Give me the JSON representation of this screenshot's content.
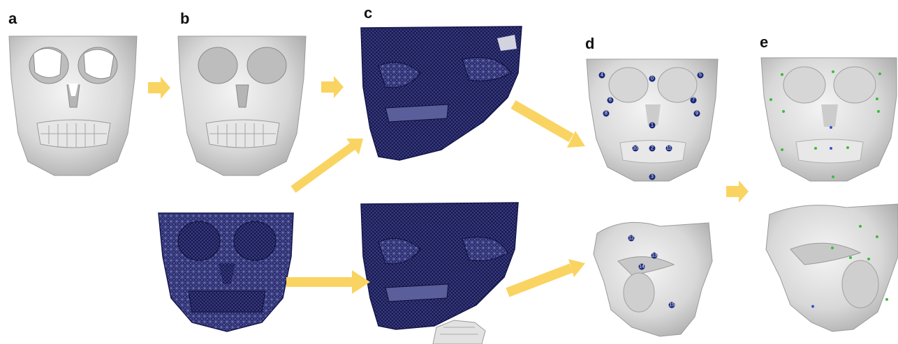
{
  "panel_labels": [
    "a",
    "b",
    "c",
    "d",
    "e"
  ],
  "colors": {
    "arrow": "#fad462",
    "mesh": "#1d1f5e",
    "bone": "#d9d9d9",
    "landmark": "#1a2a7a",
    "landmark_green": "#3dbb3d"
  },
  "landmarks": {
    "frontal": [
      "0",
      "1",
      "2",
      "3",
      "4",
      "5",
      "6",
      "7",
      "8",
      "9",
      "10",
      "11"
    ],
    "lateral": [
      "12",
      "13",
      "14",
      "15"
    ]
  }
}
